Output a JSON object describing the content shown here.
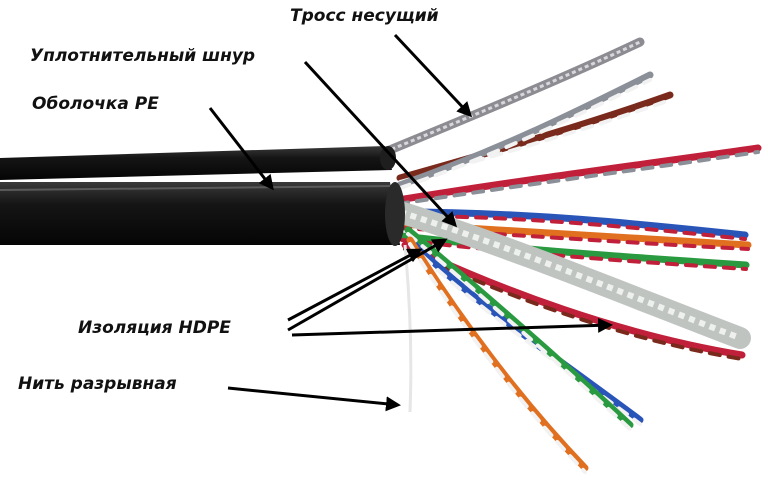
{
  "labels": {
    "messenger": "Тросс несущий",
    "filler": "Уплотнительный шнур",
    "jacket": "Оболочка PE",
    "insulation": "Изоляция HDPE",
    "ripcord": "Нить разрывная"
  },
  "colors": {
    "jacket": "#121212",
    "messenger": "#9a9aa0",
    "filler": "#cfd3d0",
    "arrow": "#000000",
    "pair_brown": "#7a2a1c",
    "pair_red": "#c0203a",
    "pair_blue": "#2a55b8",
    "pair_orange": "#e07020",
    "pair_green": "#2a9a40",
    "pair_grey": "#8a8f98"
  }
}
